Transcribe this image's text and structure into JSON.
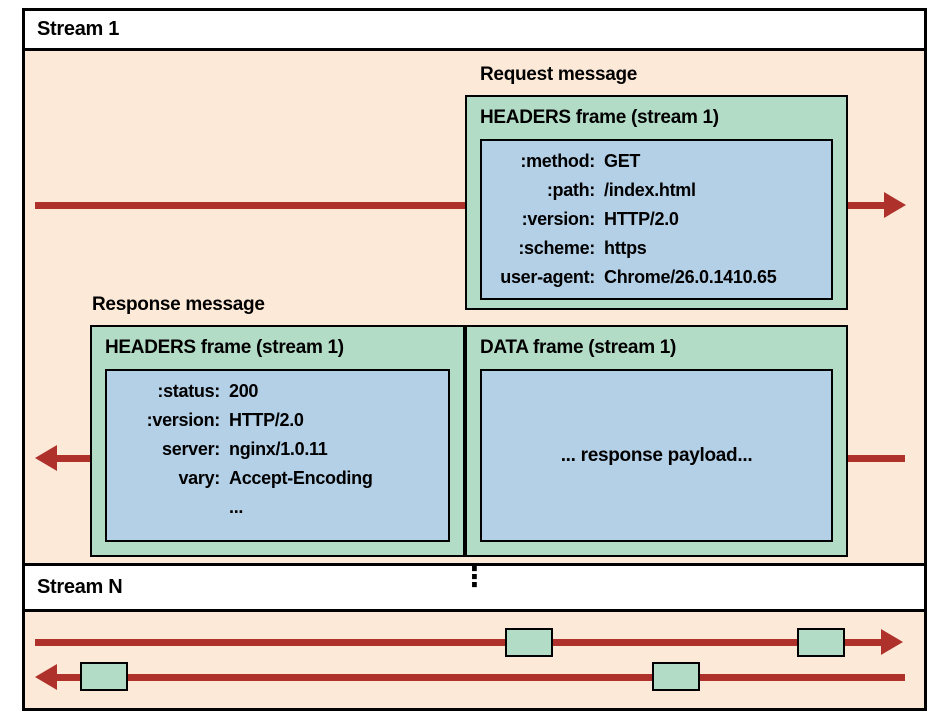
{
  "colors": {
    "peach": "#fce9d8",
    "green": "#b3dcc6",
    "blue": "#b4d0e7",
    "red": "#af312b"
  },
  "stream1_label": "Stream 1",
  "streamN_label": "Stream N",
  "ellipsis": "⋮",
  "request": {
    "message_label": "Request message",
    "frame_title": "HEADERS frame (stream 1)",
    "headers": [
      {
        "key": ":method:",
        "value": "GET"
      },
      {
        "key": ":path:",
        "value": "/index.html"
      },
      {
        "key": ":version:",
        "value": "HTTP/2.0"
      },
      {
        "key": ":scheme:",
        "value": "https"
      },
      {
        "key": "user-agent:",
        "value": "Chrome/26.0.1410.65"
      }
    ]
  },
  "response": {
    "message_label": "Response message",
    "headers_frame_title": "HEADERS frame (stream 1)",
    "headers": [
      {
        "key": ":status:",
        "value": "200"
      },
      {
        "key": ":version:",
        "value": "HTTP/2.0"
      },
      {
        "key": "server:",
        "value": "nginx/1.0.11"
      },
      {
        "key": "vary:",
        "value": "Accept-Encoding"
      },
      {
        "key": "",
        "value": "..."
      }
    ],
    "data_frame_title": "DATA frame (stream 1)",
    "payload_label": "... response payload..."
  }
}
